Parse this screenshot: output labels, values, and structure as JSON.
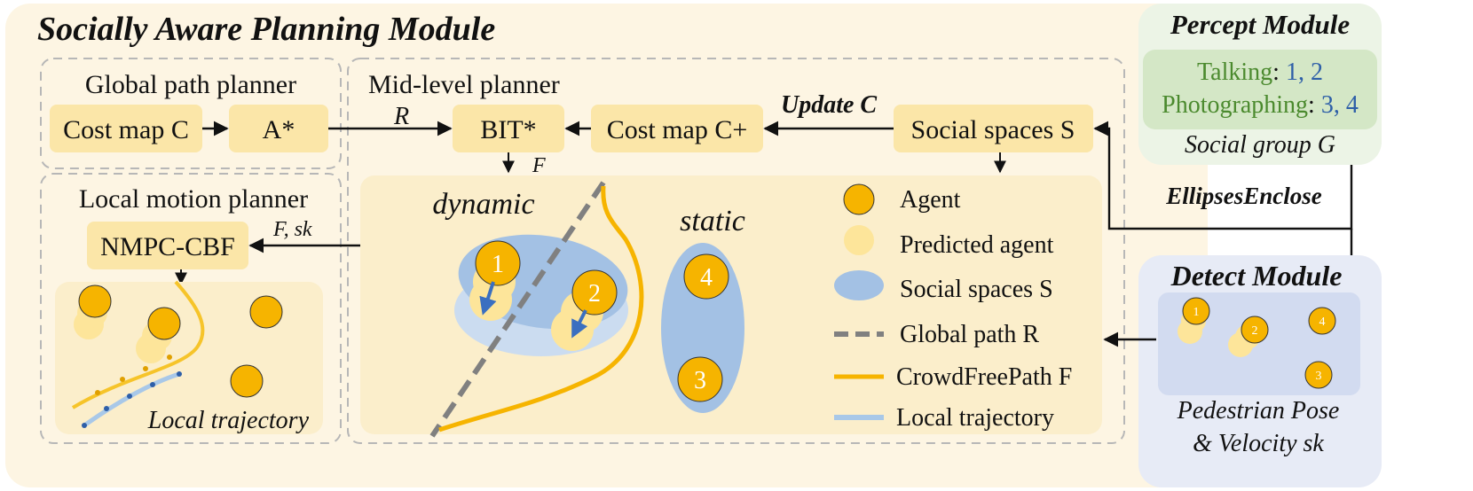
{
  "planning_module": {
    "title": "Socially Aware Planning Module",
    "global_planner": {
      "title": "Global path planner",
      "cost_map": "Cost map C",
      "astar": "A*"
    },
    "mid_planner": {
      "title": "Mid-level planner",
      "bitstar": "BIT*",
      "cost_map_plus": "Cost map C+",
      "social_spaces": "Social spaces S",
      "update_label": "Update C",
      "path_label_R": "R",
      "path_label_F": "F"
    },
    "local_planner": {
      "title": "Local motion planner",
      "nmpc": "NMPC-CBF",
      "input_label": "F, sk",
      "local_trajectory": "Local trajectory"
    },
    "scene": {
      "dynamic": "dynamic",
      "static": "static",
      "agent_numbers": [
        "1",
        "2",
        "4",
        "3"
      ]
    },
    "legend": [
      {
        "label": "Agent"
      },
      {
        "label": "Predicted agent"
      },
      {
        "label": "Social spaces S"
      },
      {
        "label": "Global path R"
      },
      {
        "label": "CrowdFreePath F"
      },
      {
        "label": "Local trajectory"
      }
    ]
  },
  "percept_module": {
    "title": "Percept Module",
    "talking_label": "Talking",
    "talking_ids": "1, 2",
    "photographing_label": "Photographing",
    "photographing_ids": "3, 4",
    "social_group": "Social group G"
  },
  "ellipses_label": "EllipsesEnclose",
  "detect_module": {
    "title": "Detect Module",
    "agent_numbers": [
      "1",
      "2",
      "4",
      "3"
    ],
    "caption_line1": "Pedestrian Pose",
    "caption_line2": "& Velocity sk"
  },
  "colors": {
    "planning_bg": "#fdf5e3",
    "box_fill": "#fbe6a8",
    "scene_fill": "#fbeecb",
    "agent": "#f6b400",
    "predicted_agent": "#fde59a",
    "social_space": "#a3c1e4",
    "crowd_free_path": "#f6b400",
    "global_path": "#808080",
    "local_trajectory": "#a8c8e8",
    "percept_bg": "#ecf4e6",
    "percept_inner": "#d4e7c6",
    "percept_green": "#4b8a2e",
    "percept_blue": "#2e5fa8",
    "detect_bg": "#e7ebf6",
    "detect_inner": "#d2dbf0"
  }
}
